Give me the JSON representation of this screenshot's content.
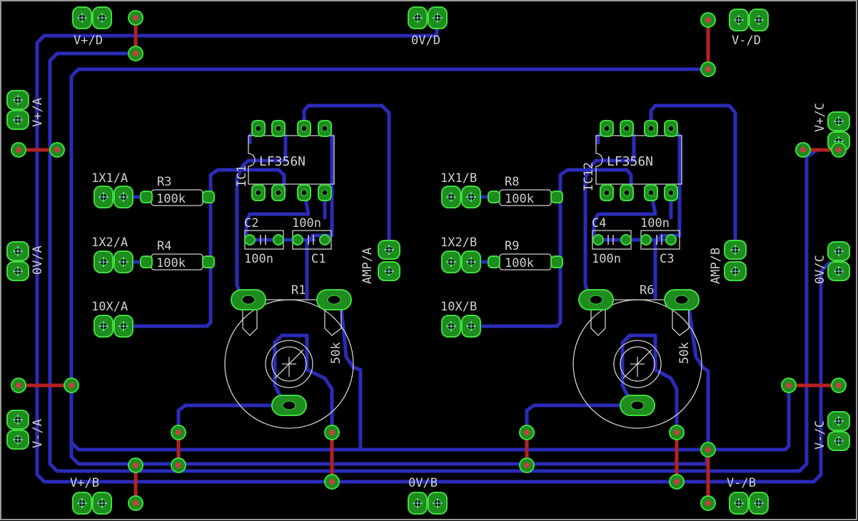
{
  "colors": {
    "background": "#000000",
    "bottom_trace": "#2b2bb8",
    "top_trace": "#b32222",
    "pad_fill": "#1e8c1e",
    "pad_ring": "#3fdc3f",
    "via_center": "#c64040",
    "silkscreen": "#cfcfcf",
    "outline": "#9a9a9a"
  },
  "connectors": {
    "vplus_d": "V+/D",
    "zero_v_d": "0V/D",
    "vminus_d": "V-/D",
    "vplus_a": "V+/A",
    "zero_v_a": "0V/A",
    "vminus_a": "V-/A",
    "vplus_c": "V+/C",
    "zero_v_c": "0V/C",
    "vminus_c": "V-/C",
    "vplus_b": "V+/B",
    "zero_v_b": "0V/B",
    "vminus_b": "V-/B"
  },
  "channel_a": {
    "in_1x1": "1X1/A",
    "in_1x2": "1X2/A",
    "in_10x": "10X/A",
    "amp_out": "AMP/A",
    "ic_ref": "IC1",
    "ic_part": "LF356N",
    "r3_ref": "R3",
    "r3_value": "100k",
    "r4_ref": "R4",
    "r4_value": "100k",
    "c2_ref": "C2",
    "c2_value": "100n",
    "c1_ref": "C1",
    "c1_value": "100n",
    "pot_ref": "R1",
    "pot_value": "50k"
  },
  "channel_b": {
    "in_1x1": "1X1/B",
    "in_1x2": "1X2/B",
    "in_10x": "10X/B",
    "amp_out": "AMP/B",
    "ic_ref": "IC12",
    "ic_part": "LF356N",
    "r8_ref": "R8",
    "r8_value": "100k",
    "r9_ref": "R9",
    "r9_value": "100k",
    "c4_ref": "C4",
    "c4_value": "100n",
    "c3_ref": "C3",
    "c3_value": "100n",
    "pot_ref": "R6",
    "pot_value": "50k"
  }
}
